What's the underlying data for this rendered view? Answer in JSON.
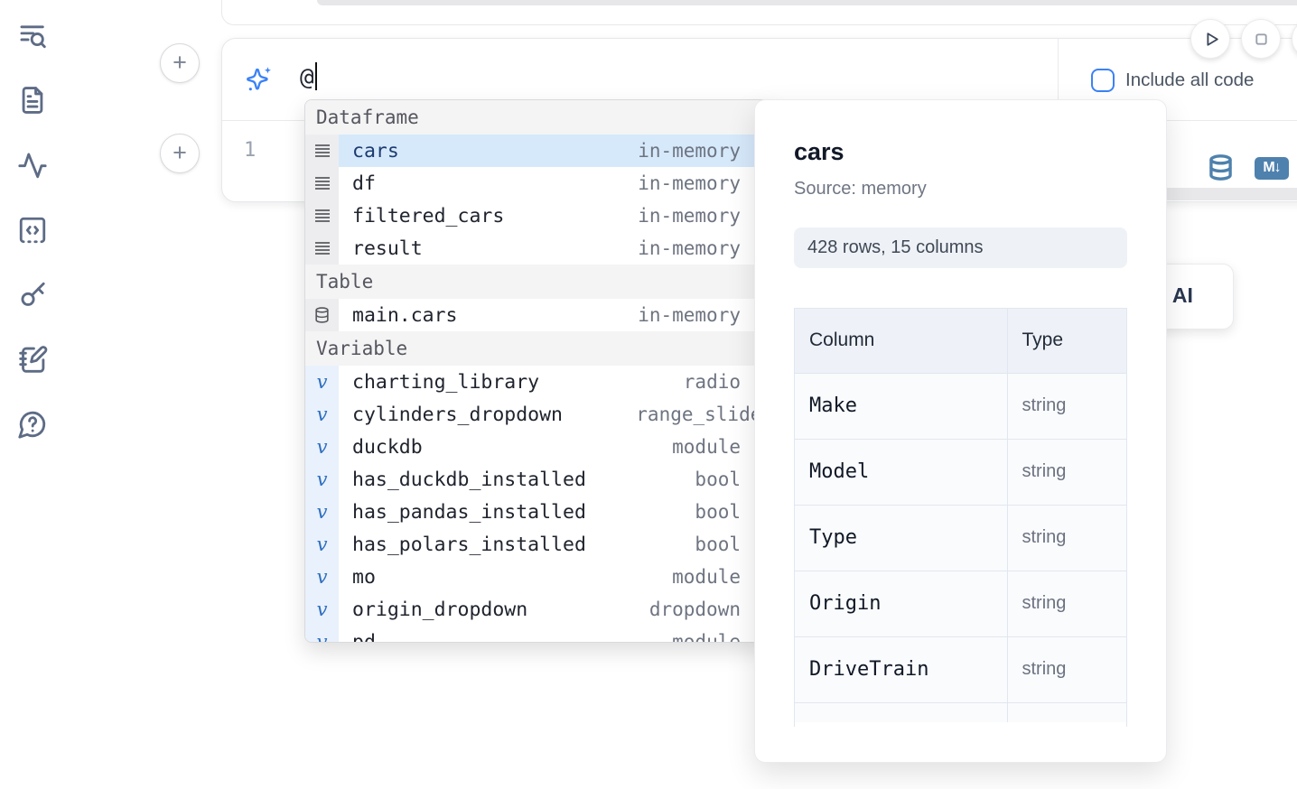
{
  "colors": {
    "accent_blue": "#3b82f6",
    "selected_row_bg": "#d6e9fb",
    "steel_blue_icon": "#4e81ad",
    "sidebar_icon": "#5d6b85"
  },
  "sidebar": {
    "icons": [
      "list-search-icon",
      "file-text-icon",
      "activity-icon",
      "snippets-code-icon",
      "key-icon",
      "notebook-pen-icon",
      "help-chat-icon"
    ]
  },
  "toolbar": {
    "run_button_icon": "play-icon",
    "stop_button_icon": "stop-icon"
  },
  "ai_input": {
    "value": "@",
    "include_all_code_label": "Include all code",
    "include_all_code_checked": false,
    "sparkle_icon": "sparkles-icon"
  },
  "editor": {
    "line_number": "1",
    "datasource_icon": "database-icon",
    "markdown_badge": "M↓"
  },
  "autocomplete": {
    "sections": [
      {
        "label": "Dataframe",
        "items": [
          {
            "name": "cars",
            "type": "in-memory",
            "icon": "rows-icon",
            "kind": "dataframe",
            "selected": true
          },
          {
            "name": "df",
            "type": "in-memory",
            "icon": "rows-icon",
            "kind": "dataframe",
            "selected": false
          },
          {
            "name": "filtered_cars",
            "type": "in-memory",
            "icon": "rows-icon",
            "kind": "dataframe",
            "selected": false
          },
          {
            "name": "result",
            "type": "in-memory",
            "icon": "rows-icon",
            "kind": "dataframe",
            "selected": false
          }
        ]
      },
      {
        "label": "Table",
        "items": [
          {
            "name": "main.cars",
            "type": "in-memory",
            "icon": "database-icon",
            "kind": "table",
            "selected": false
          }
        ]
      },
      {
        "label": "Variable",
        "items": [
          {
            "name": "charting_library",
            "type": "radio",
            "icon": "variable-icon",
            "kind": "variable",
            "selected": false
          },
          {
            "name": "cylinders_dropdown",
            "type": "range_slider",
            "icon": "variable-icon",
            "kind": "variable",
            "selected": false,
            "type_overflow": true
          },
          {
            "name": "duckdb",
            "type": "module",
            "icon": "variable-icon",
            "kind": "variable",
            "selected": false
          },
          {
            "name": "has_duckdb_installed",
            "type": "bool",
            "icon": "variable-icon",
            "kind": "variable",
            "selected": false
          },
          {
            "name": "has_pandas_installed",
            "type": "bool",
            "icon": "variable-icon",
            "kind": "variable",
            "selected": false
          },
          {
            "name": "has_polars_installed",
            "type": "bool",
            "icon": "variable-icon",
            "kind": "variable",
            "selected": false
          },
          {
            "name": "mo",
            "type": "module",
            "icon": "variable-icon",
            "kind": "variable",
            "selected": false
          },
          {
            "name": "origin_dropdown",
            "type": "dropdown",
            "icon": "variable-icon",
            "kind": "variable",
            "selected": false
          },
          {
            "name": "pd",
            "type": "module",
            "icon": "variable-icon",
            "kind": "variable",
            "selected": false,
            "partial": true
          }
        ]
      }
    ]
  },
  "preview_panel": {
    "title": "cars",
    "source": "Source: memory",
    "shape_badge": "428 rows, 15 columns",
    "table": {
      "headers": [
        "Column",
        "Type"
      ],
      "rows": [
        {
          "column": "Make",
          "type": "string"
        },
        {
          "column": "Model",
          "type": "string"
        },
        {
          "column": "Type",
          "type": "string"
        },
        {
          "column": "Origin",
          "type": "string"
        },
        {
          "column": "DriveTrain",
          "type": "string"
        }
      ],
      "has_clipped_row": true
    }
  },
  "ai_button": {
    "visible_text": "l AI"
  }
}
